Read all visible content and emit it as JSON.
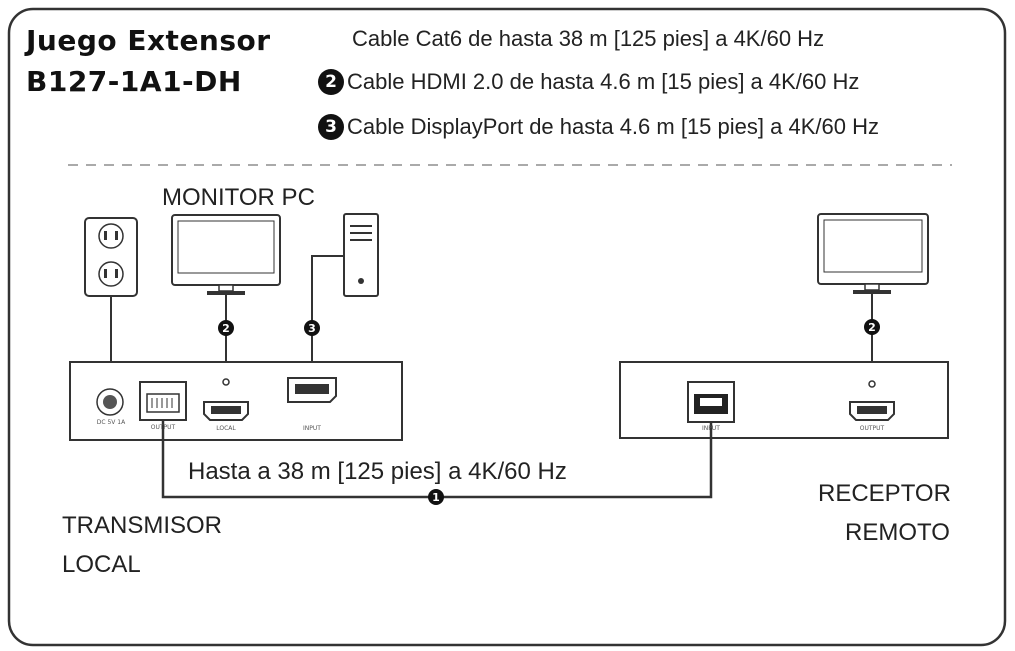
{
  "title": {
    "line1": "Juego Extensor",
    "line2": "B127-1A1-DH"
  },
  "specs": [
    {
      "badge": "",
      "text": "Cable Cat6 de hasta 38 m [125 pies] a 4K/60 Hz"
    },
    {
      "badge": "2",
      "text": "Cable HDMI 2.0 de hasta 4.6 m [15 pies] a 4K/60 Hz"
    },
    {
      "badge": "3",
      "text": "Cable DisplayPort de hasta 4.6 m [15 pies] a 4K/60 Hz"
    }
  ],
  "labels": {
    "monitor_pc": "MONITOR PC",
    "transmitter_line1": "TRANSMISOR",
    "transmitter_line2": "LOCAL",
    "receiver_line1": "RECEPTOR",
    "receiver_line2": "REMOTO",
    "link_distance": "Hasta a 38 m [125 pies] a 4K/60 Hz"
  },
  "connectors": {
    "hdmi_local": "2",
    "displayport": "3",
    "hdmi_remote": "2",
    "cat6": "1"
  },
  "ports": {
    "dc": "DC 5V 1A",
    "output": "OUTPUT",
    "local": "LOCAL",
    "input": "INPUT",
    "rx_input": "INPUT",
    "rx_output": "OUTPUT"
  }
}
